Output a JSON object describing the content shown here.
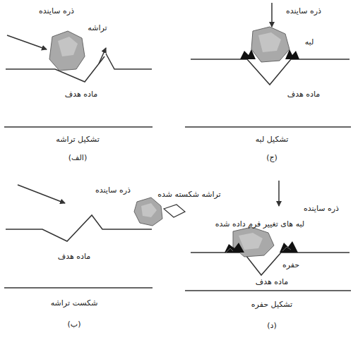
{
  "diagram": {
    "labels": [
      "ذره ساینده",
      "تراشه",
      "ماده هدف",
      "تشکیل تراشه",
      "(الف)",
      "ذره ساینده",
      "لبه",
      "ماده هدف",
      "تشکیل لبه",
      "(ج)",
      "ذره ساینده",
      "تراشه شکسته شده",
      "ماده هدف",
      "شکست تراشه",
      "(ب)",
      "ذره ساینده",
      "لبه های تغییر فرم داده شده",
      "حفره",
      "ماده هدف",
      "تشکیل حفره",
      "(د)"
    ]
  }
}
